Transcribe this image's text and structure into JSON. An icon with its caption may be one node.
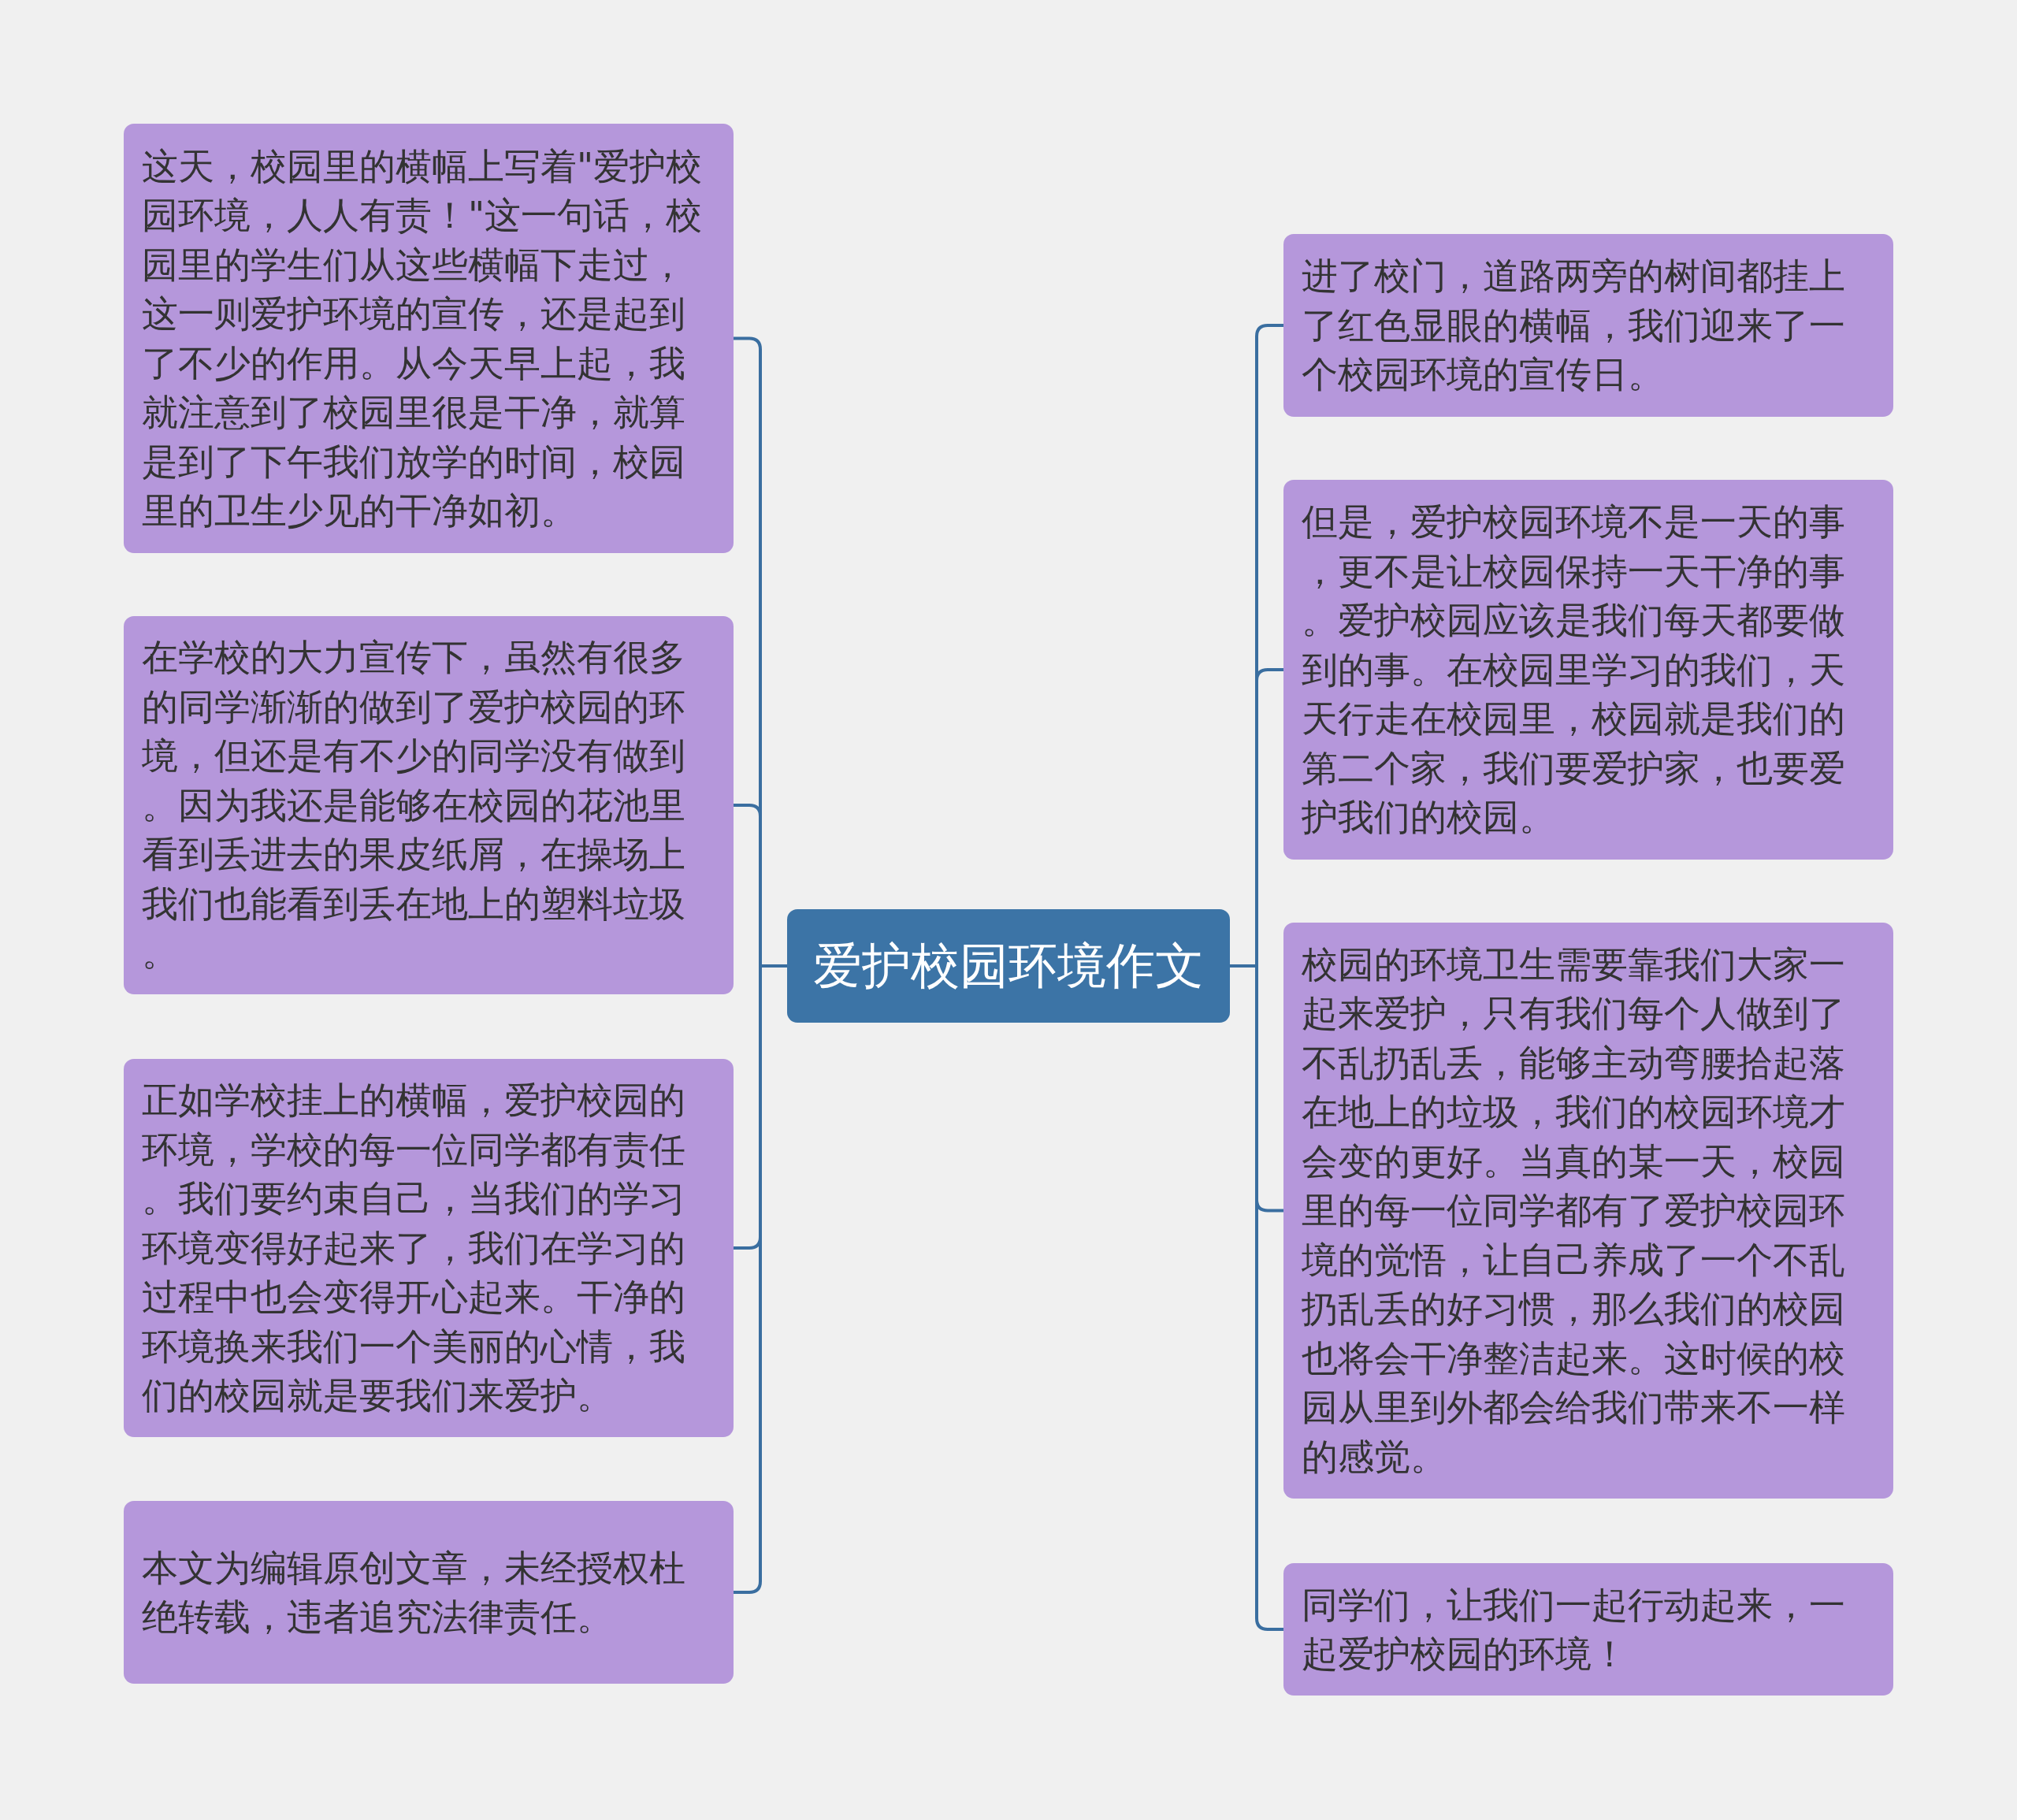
{
  "diagram": {
    "nodes": [
      {
        "text": [
          "爱护校园环境作文"
        ]
      },
      {
        "text": [
          "这天，校园里的横幅上写着\"爱护校园环境，人人有责！\"这一句话，校园里的学生们从这些横幅下走过，这一则爱护环境的宣传，还是起到了不少的作用。从今天早上起，我就注意到了校园里很是干净，就算是到了下午我们放学的时间，校园里的卫生少见的干净如初。"
        ]
      },
      {
        "text": [
          "在学校的大力宣传下，虽然有很多的同学渐渐的做到了爱护校园的环境，但还是有不少的同学没有做到。因为我还是能够在校园的花池里看到丢进去的果皮纸屑，在操场上我们也能看到丢在地上的塑料垃圾。"
        ]
      },
      {
        "text": [
          "正如学校挂上的横幅，爱护校园的环境，学校的每一位同学都有责任。我们要约束自己，当我们的学习环境变得好起来了，我们在学习的过程中也会变得开心起来。干净的环境换来我们一个美丽的心情，我们的校园就是要我们来爱护。"
        ]
      },
      {
        "text": [
          "本文为编辑原创文章，未经授权杜绝转载，违者追究法律责任。"
        ]
      },
      {
        "text": [
          "进了校门，道路两旁的树间都挂上了红色显眼的横幅，我们迎来了一个校园环境的宣传日。"
        ]
      },
      {
        "text": [
          "但是，爱护校园环境不是一天的事，更不是让校园保持一天干净的事。爱护校园应该是我们每天都要做到的事。在校园里学习的我们，天天行走在校园里，校园就是我们的第二个家，我们要爱护家，也要爱护我们的校园。"
        ]
      },
      {
        "text": [
          "校园的环境卫生需要靠我们大家一起来爱护，只有我们每个人做到了不乱扔乱丢，能够主动弯腰拾起落在地上的垃圾，我们的校园环境才会变的更好。当真的某一天，校园里的每一位同学都有了爱护校园环境的觉悟，让自己养成了一个不乱扔乱丢的好习惯，那么我们的校园也将会干净整洁起来。这时候的校园从里到外都会给我们带来不一样的感觉。"
        ]
      },
      {
        "text": [
          "同学们，让我们一起行动起来，一起爱护校园的环境！"
        ]
      }
    ],
    "edges": [
      {
        "from": 0,
        "to": 1,
        "arrow": "none"
      },
      {
        "from": 0,
        "to": 2,
        "arrow": "none"
      },
      {
        "from": 0,
        "to": 3,
        "arrow": "none"
      },
      {
        "from": 0,
        "to": 4,
        "arrow": "none"
      },
      {
        "from": 0,
        "to": 5,
        "arrow": "none"
      },
      {
        "from": 0,
        "to": 6,
        "arrow": "none"
      },
      {
        "from": 0,
        "to": 7,
        "arrow": "none"
      },
      {
        "from": 0,
        "to": 8,
        "arrow": "none"
      }
    ]
  }
}
